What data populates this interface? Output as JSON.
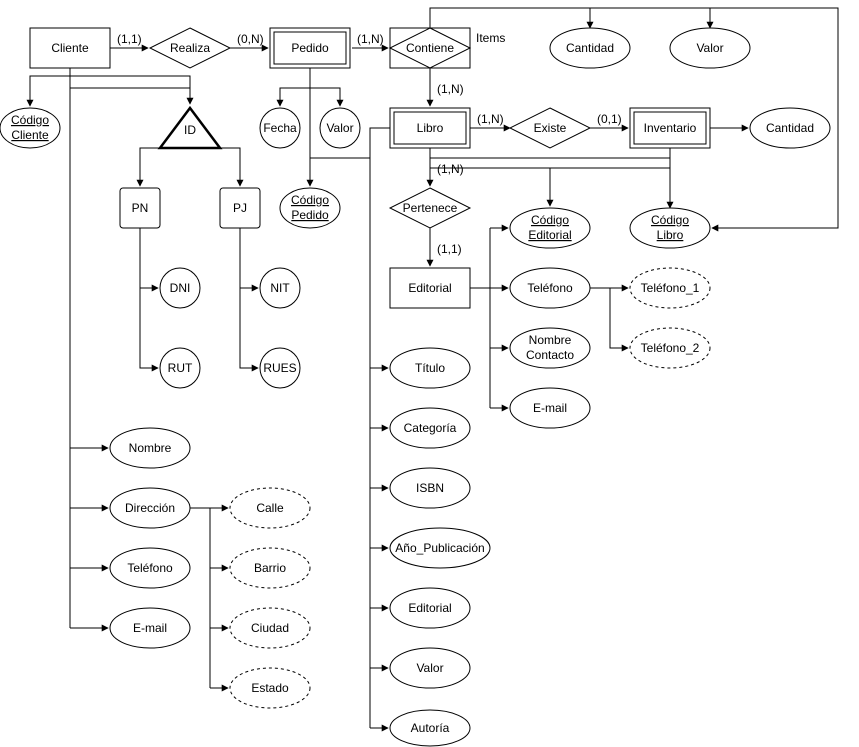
{
  "entities": {
    "cliente": "Cliente",
    "pedido": "Pedido",
    "libro": "Libro",
    "inventario": "Inventario",
    "editorial": "Editorial",
    "pn": "PN",
    "pj": "PJ"
  },
  "relationships": {
    "realiza": "Realiza",
    "contiene": "Contiene",
    "existe": "Existe",
    "pertenece": "Pertenece"
  },
  "specialization": {
    "id": "ID"
  },
  "attributes": {
    "cantidad_items": "Cantidad",
    "valor_items": "Valor",
    "codigo_cliente": [
      "Código",
      "Cliente"
    ],
    "fecha": "Fecha",
    "valor_pedido": "Valor",
    "codigo_pedido": [
      "Código",
      "Pedido"
    ],
    "cantidad_inv": "Cantidad",
    "codigo_editorial": [
      "Código",
      "Editorial"
    ],
    "codigo_libro": [
      "Código",
      "Libro"
    ],
    "dni": "DNI",
    "rut": "RUT",
    "nit": "NIT",
    "rues": "RUES",
    "telefono_ed": "Teléfono",
    "telefono_1": "Teléfono_1",
    "telefono_2": "Teléfono_2",
    "nombre_contacto": [
      "Nombre",
      "Contacto"
    ],
    "email_ed": "E-mail",
    "titulo": "Título",
    "categoria": "Categoría",
    "isbn": "ISBN",
    "anio_publicacion": "Año_Publicación",
    "editorial_libro": "Editorial",
    "valor_libro": "Valor",
    "autoria": "Autoría",
    "nombre": "Nombre",
    "direccion": "Dirección",
    "telefono_cli": "Teléfono",
    "email_cli": "E-mail",
    "calle": "Calle",
    "barrio": "Barrio",
    "ciudad": "Ciudad",
    "estado": "Estado"
  },
  "labels": {
    "items": "Items",
    "card_cliente_realiza": "(1,1)",
    "card_realiza_pedido": "(0,N)",
    "card_pedido_contiene": "(1,N)",
    "card_contiene_libro": "(1,N)",
    "card_libro_existe": "(1,N)",
    "card_existe_inventario": "(0,1)",
    "card_libro_pertenece": "(1,N)",
    "card_pertenece_editorial": "(1,1)"
  }
}
